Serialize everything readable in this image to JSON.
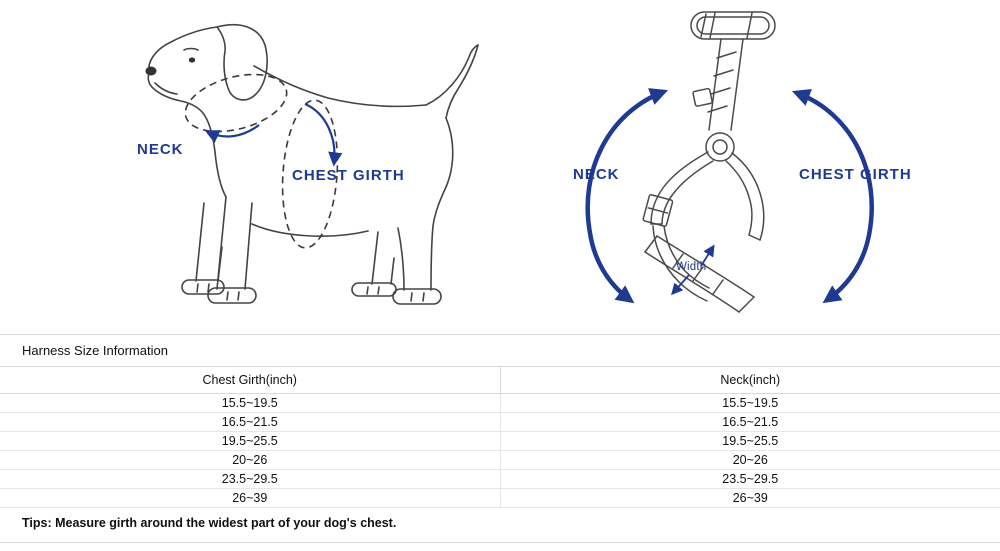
{
  "colors": {
    "accent_blue": "#1f3a93",
    "line_art": "#444444",
    "table_border": "#d5d9d9",
    "row_border": "#e4e7e7",
    "text": "#0f1111"
  },
  "diagrams": {
    "dog": {
      "neck_label": "NECK",
      "chest_girth_label": "CHEST GIRTH"
    },
    "harness": {
      "neck_label": "NECK",
      "chest_girth_label": "CHEST GIRTH",
      "width_label": "Width"
    }
  },
  "table": {
    "title": "Harness Size Information",
    "columns": [
      "Chest Girth(inch)",
      "Neck(inch)"
    ],
    "rows": [
      [
        "15.5~19.5",
        "15.5~19.5"
      ],
      [
        "16.5~21.5",
        "16.5~21.5"
      ],
      [
        "19.5~25.5",
        "19.5~25.5"
      ],
      [
        "20~26",
        "20~26"
      ],
      [
        "23.5~29.5",
        "23.5~29.5"
      ],
      [
        "26~39",
        "26~39"
      ]
    ],
    "tips": "Tips: Measure girth around the widest part of your dog's chest."
  }
}
